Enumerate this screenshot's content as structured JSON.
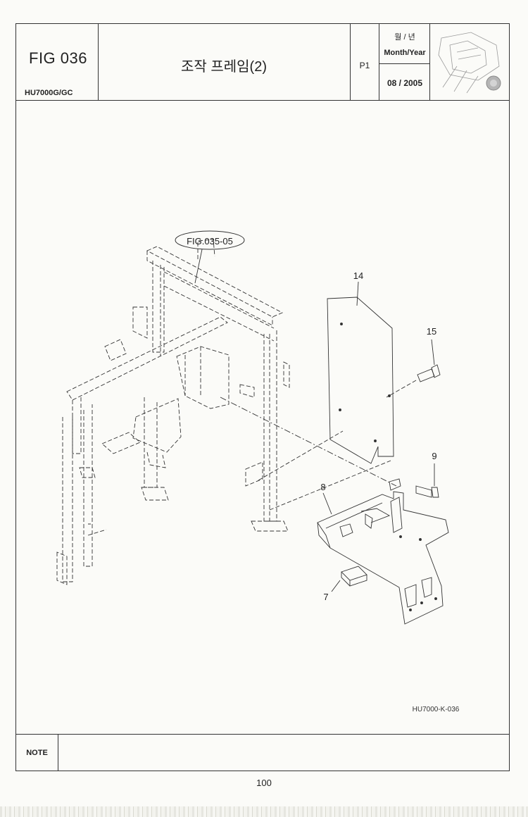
{
  "header": {
    "fig_no": "FIG 036",
    "model": "HU7000G/GC",
    "title": "조작 프레임(2)",
    "page_id": "P1",
    "date_label_kr": "월 / 년",
    "date_label_en": "Month/Year",
    "date_value": "08 / 2005"
  },
  "diagram": {
    "ref_label": "FIG.035-05",
    "callouts": [
      "14",
      "15",
      "9",
      "8",
      "7"
    ],
    "drawing_code": "HU7000-K-036"
  },
  "note": {
    "label": "NOTE",
    "text": ""
  },
  "page_number": "100"
}
